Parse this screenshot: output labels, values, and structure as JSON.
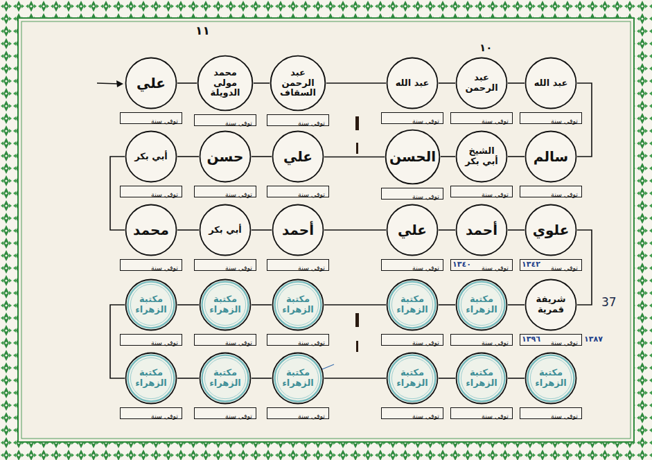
{
  "diagram": {
    "nodes": [
      {
        "text": [
          "علي"
        ]
      },
      {
        "text": [
          "توفي سنة"
        ]
      },
      {
        "text": [
          "محمد مولى الدويلة"
        ]
      },
      {
        "text": [
          "توفي سنة"
        ]
      },
      {
        "text": [
          "عبد الرحمن السقاف"
        ]
      },
      {
        "text": [
          "توفي سنة"
        ]
      },
      {
        "text": [
          "عبد الله"
        ]
      },
      {
        "text": [
          "توفي سنة"
        ]
      },
      {
        "text": [
          "عبد الرحمن"
        ]
      },
      {
        "text": [
          "توفي سنة"
        ]
      },
      {
        "text": [
          "عبد الله"
        ]
      },
      {
        "text": [
          "توفي سنة"
        ]
      },
      {
        "text": [
          "سالم"
        ]
      },
      {
        "text": [
          "توفي سنة"
        ]
      },
      {
        "text": [
          "الشيخ أبي بكر"
        ]
      },
      {
        "text": [
          "توفي سنة"
        ]
      },
      {
        "text": [
          "الحسن"
        ]
      },
      {
        "text": [
          "توفي سنة"
        ]
      },
      {
        "text": [
          "علي"
        ]
      },
      {
        "text": [
          "توفي سنة"
        ]
      },
      {
        "text": [
          "حسن"
        ]
      },
      {
        "text": [
          "توفي سنة"
        ]
      },
      {
        "text": [
          "أبي بكر"
        ]
      },
      {
        "text": [
          "توفي سنة"
        ]
      },
      {
        "text": [
          "محمد"
        ]
      },
      {
        "text": [
          "توفي سنة"
        ]
      },
      {
        "text": [
          "أبي بكر"
        ]
      },
      {
        "text": [
          "توفي سنة"
        ]
      },
      {
        "text": [
          "أحمد"
        ]
      },
      {
        "text": [
          "توفي سنة"
        ]
      },
      {
        "text": [
          "علي"
        ]
      },
      {
        "text": [
          "توفي سنة"
        ]
      },
      {
        "text": [
          "أحمد"
        ]
      },
      {
        "text": [
          "توفي سنة"
        ]
      },
      {
        "text": [
          "علوي"
        ]
      },
      {
        "text": [
          "توفي سنة"
        ]
      },
      {
        "text": [
          "شريفة قمرية"
        ]
      },
      {
        "text": [
          "توفي سنة"
        ]
      },
      {
        "text": [
          "مكتبة الزهراء"
        ]
      },
      {
        "text": [
          "توفي سنة"
        ]
      },
      {
        "text": [
          "مكتبة الزهراء"
        ]
      },
      {
        "text": [
          "توفي سنة"
        ]
      },
      {
        "text": [
          "مكتبة الزهراء"
        ]
      },
      {
        "text": [
          "توفي سنة"
        ]
      },
      {
        "text": [
          "مكتبة الزهراء"
        ]
      },
      {
        "text": [
          "توفي سنة"
        ]
      },
      {
        "text": [
          "مكتبة الزهراء"
        ]
      },
      {
        "text": [
          "توفي سنة"
        ]
      },
      {
        "text": [
          "مكتبة الزهراء"
        ]
      },
      {
        "text": [
          "توفي سنة"
        ]
      },
      {
        "text": [
          "مكتبة الزهراء"
        ]
      },
      {
        "text": [
          "توفي سنة"
        ]
      },
      {
        "text": [
          "مكتبة الزهراء"
        ]
      },
      {
        "text": [
          "توفي سنة"
        ]
      },
      {
        "text": [
          "مكتبة الزهراء"
        ]
      },
      {
        "text": [
          "توفي سنة"
        ]
      },
      {
        "text": [
          "مكتبة الزهراء"
        ]
      },
      {
        "text": [
          "توفي سنة"
        ]
      },
      {
        "text": [
          "مكتبة الزهراء"
        ]
      },
      {
        "text": [
          "توفي سنة"
        ]
      }
    ],
    "edges": [
      {
        "from": 0,
        "to": 2,
        "arrow": "none"
      },
      {
        "from": 2,
        "to": 4,
        "arrow": "none"
      },
      {
        "from": 4,
        "to": 6,
        "arrow": "none"
      },
      {
        "from": 6,
        "to": 8,
        "arrow": "none"
      },
      {
        "from": 8,
        "to": 10,
        "arrow": "none"
      },
      {
        "from": 10,
        "to": 12,
        "arrow": "none"
      },
      {
        "from": 12,
        "to": 14,
        "arrow": "none"
      },
      {
        "from": 14,
        "to": 16,
        "arrow": "none"
      },
      {
        "from": 16,
        "to": 18,
        "arrow": "none"
      },
      {
        "from": 18,
        "to": 20,
        "arrow": "none"
      },
      {
        "from": 20,
        "to": 22,
        "arrow": "none"
      },
      {
        "from": 22,
        "to": 24,
        "arrow": "none"
      },
      {
        "from": 24,
        "to": 26,
        "arrow": "none"
      },
      {
        "from": 26,
        "to": 28,
        "arrow": "none"
      },
      {
        "from": 28,
        "to": 30,
        "arrow": "none"
      },
      {
        "from": 30,
        "to": 32,
        "arrow": "none"
      },
      {
        "from": 32,
        "to": 34,
        "arrow": "none"
      },
      {
        "from": 34,
        "to": 36,
        "arrow": "none"
      },
      {
        "from": 36,
        "to": 38,
        "arrow": "none"
      },
      {
        "from": 38,
        "to": 40,
        "arrow": "none"
      },
      {
        "from": 40,
        "to": 42,
        "arrow": "none"
      },
      {
        "from": 42,
        "to": 44,
        "arrow": "none"
      },
      {
        "from": 44,
        "to": 46,
        "arrow": "none"
      },
      {
        "from": 46,
        "to": 48,
        "arrow": "none"
      },
      {
        "from": 48,
        "to": 50,
        "arrow": "none"
      },
      {
        "from": 50,
        "to": 52,
        "arrow": "none"
      },
      {
        "from": 52,
        "to": 54,
        "arrow": "none"
      },
      {
        "from": 54,
        "to": 56,
        "arrow": "none"
      },
      {
        "from": 56,
        "to": 58,
        "arrow": "none"
      }
    ],
    "labels": [
      "١١",
      "١٠",
      "١٣٤٠",
      "١٣٤٢",
      "١٣٩٦",
      "١٣٨٧",
      "37"
    ]
  }
}
